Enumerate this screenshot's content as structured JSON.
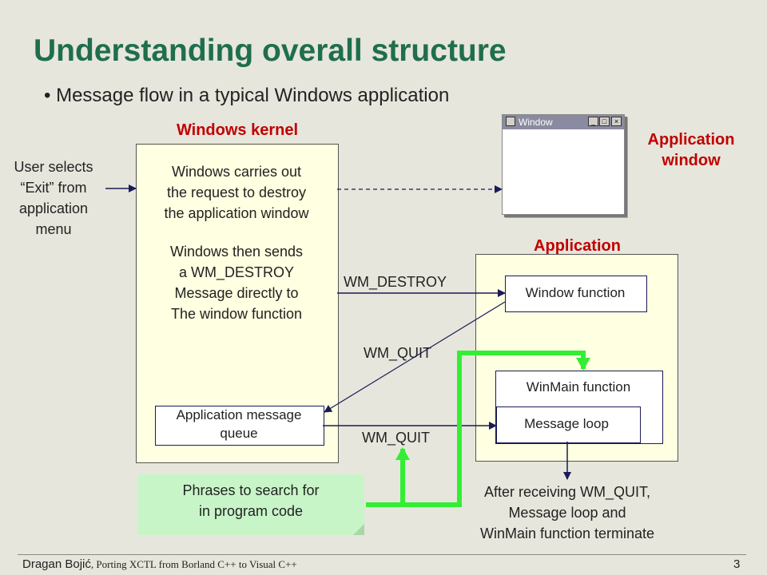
{
  "title": "Understanding overall structure",
  "bullet": "• Message flow in a typical Windows application",
  "sections": {
    "kernel": "Windows kernel",
    "app_window": "Application window",
    "application": "Application"
  },
  "user_action": [
    "User selects",
    "“Exit” from",
    "application",
    "menu"
  ],
  "kernel_text": {
    "carry": [
      "Windows carries out",
      "the request to destroy",
      "the application window"
    ],
    "send": [
      "Windows then sends",
      "a WM_DESTROY",
      "Message directly to",
      "The window function"
    ]
  },
  "queue": [
    "Application message",
    "queue"
  ],
  "window_function": "Window function",
  "winmain": "WinMain function",
  "message_loop": "Message loop",
  "messages": {
    "destroy": "WM_DESTROY",
    "quit_upper": "WM_QUIT",
    "quit_lower": "WM_QUIT"
  },
  "window_mock": {
    "title": "Window",
    "buttons": [
      "_",
      "□",
      "×"
    ]
  },
  "note": [
    "Phrases to search for",
    "in program code"
  ],
  "terminate": [
    "After receiving WM_QUIT,",
    "Message loop and",
    "WinMain function terminate"
  ],
  "footer": {
    "author": "Dragan Bojić",
    "subtitle": ", Porting XCTL from Borland C++ to Visual C++",
    "page": "3"
  },
  "colors": {
    "title": "#1f6e4e",
    "section": "#c00000",
    "arrow": "#1a1a5a",
    "highlight": "#33ee33",
    "note_bg": "#c8f5c8",
    "box_bg": "#ffffe1"
  }
}
